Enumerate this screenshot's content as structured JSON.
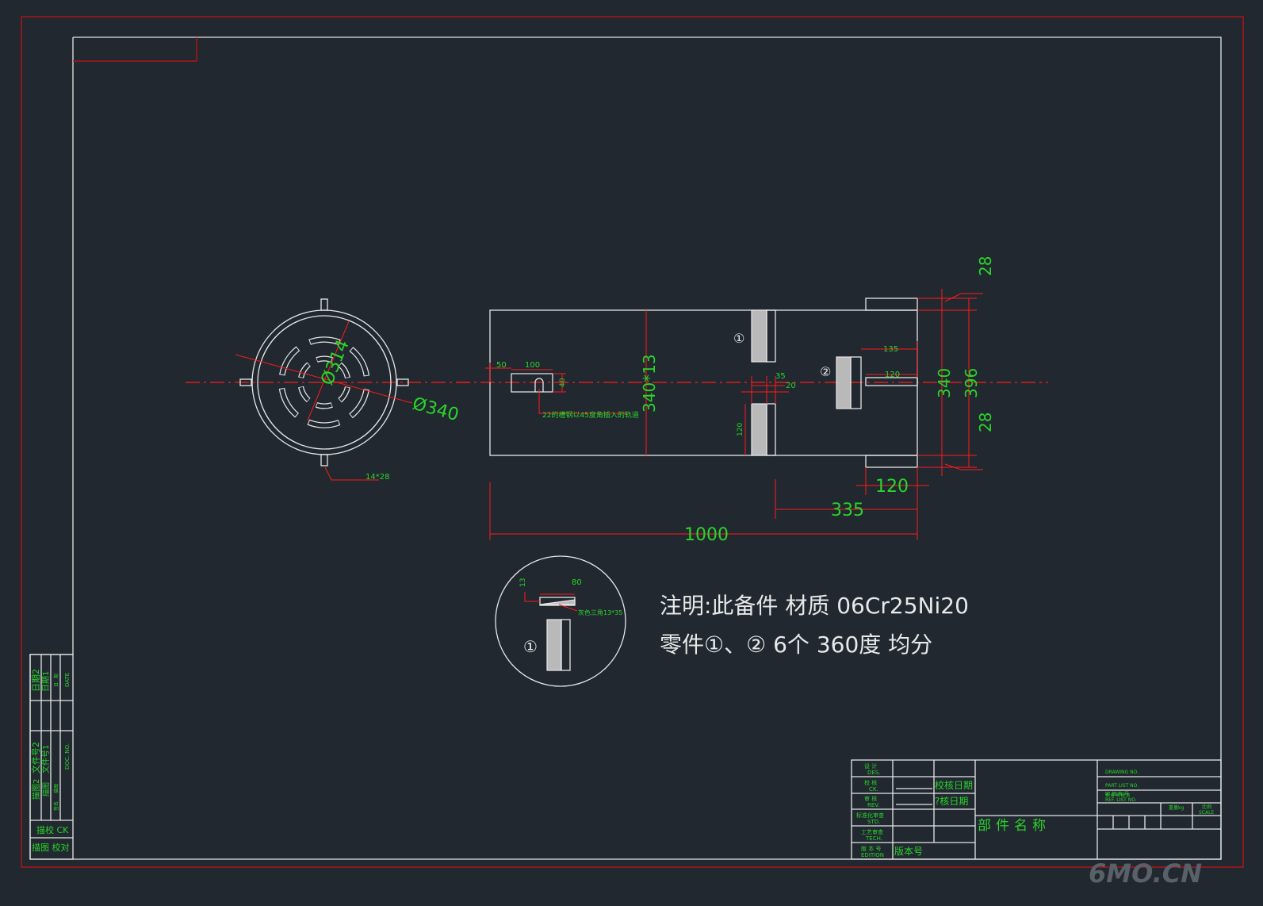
{
  "drawing": {
    "dimensions": {
      "d314": "Ø314",
      "d340": "Ø340",
      "tab": "14*28",
      "d50": "50",
      "d100": "100",
      "d40": "40",
      "slots": "340*13",
      "d35": "35",
      "d20": "20",
      "d120_gap": "120",
      "d135": "135",
      "d120_tab": "120",
      "d28_top": "28",
      "d340_h": "340",
      "d396": "396",
      "d28_bottom": "28",
      "d120_bottom": "120",
      "d335": "335",
      "d1000": "1000",
      "detail_13": "13",
      "detail_80": "80"
    },
    "callouts": {
      "rail_note": "22的槽钢以45度角插入的轨道",
      "triangle_note": "灰色三角13*35"
    },
    "part_markers": {
      "part1": "①",
      "part2": "②",
      "detail_part1": "①"
    },
    "notes": {
      "line1": "注明:此备件 材质 06Cr25Ni20",
      "line2": "零件①、② 6个 360度 均分"
    }
  },
  "left_block": {
    "top_col1": "日期2",
    "top_col2": "日期1",
    "top_col3a": "日",
    "top_col3b": "期",
    "top_col4": "DATE",
    "mid_col1": "文件号2",
    "mid_col2": "文件号1",
    "mid_col3": "DOC. NO.",
    "mid_col1b": "描图2",
    "mid_col2b": "描图",
    "mid_col3b": "描图",
    "mid_col4b": "签名",
    "bottom_row1": "描校 CK",
    "bottom_row2": "描图 校对"
  },
  "title_block": {
    "labels": [
      {
        "cn": "设 计",
        "en": "DES."
      },
      {
        "cn": "校 核",
        "en": "CK."
      },
      {
        "cn": "审 核",
        "en": "REV."
      },
      {
        "cn": "标准化审查",
        "en": "STD."
      },
      {
        "cn": "工艺审查",
        "en": "TECH."
      },
      {
        "cn": "版 本 号",
        "en": "EDITION"
      }
    ],
    "check_date": "校核日期",
    "review_date": "?核日期",
    "edition": "版本号",
    "part_name": "部件名称",
    "drawing_no": "DRAWING NO.",
    "part_list_cn": "明 细 表 号",
    "part_list": "PART LIST NO.",
    "ref_list_cn": "参 考 明 细 表",
    "ref_list": "REF. LIST NO.",
    "weight": "重量kg",
    "scale_cn": "比例",
    "scale": "SCALE"
  },
  "watermark": "6MO.CN"
}
